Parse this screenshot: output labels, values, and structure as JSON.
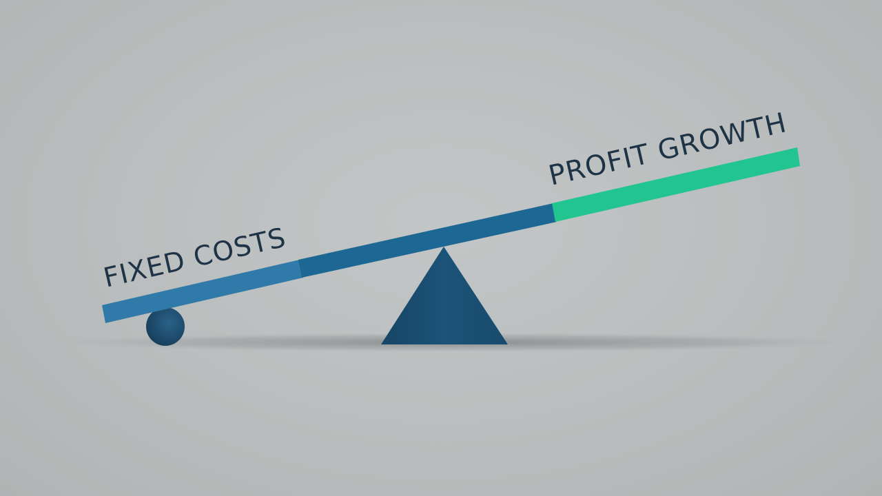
{
  "labels": {
    "left": "FIXED COSTS",
    "right": "PROFIT GROWTH"
  },
  "colors": {
    "background": "#bcbfbf",
    "plank_left": "#2f7aa8",
    "plank_middle": "#1d6794",
    "plank_right": "#22c48f",
    "fulcrum": "#1c5378",
    "ball": "#1f4f73",
    "text": "#1f3347"
  },
  "icons": {
    "fulcrum": "triangle-fulcrum",
    "weight": "ball-weight"
  }
}
